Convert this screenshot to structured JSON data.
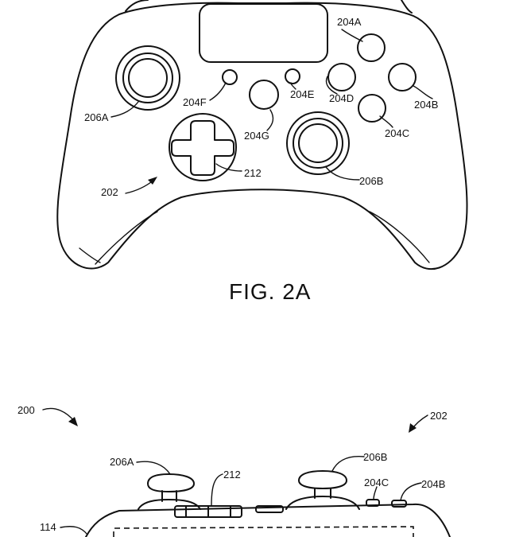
{
  "figure_caption": "FIG. 2A",
  "top_view": {
    "labels": {
      "buttons_a": "204A",
      "buttons_b": "204B",
      "buttons_c": "204C",
      "buttons_d": "204D",
      "buttons_e": "204E",
      "buttons_f": "204F",
      "buttons_g": "204G",
      "stick_a": "206A",
      "stick_b": "206B",
      "dpad": "212",
      "body": "202"
    }
  },
  "side_view": {
    "labels": {
      "assembly": "200",
      "body": "202",
      "stick_a": "206A",
      "stick_b": "206B",
      "dpad": "212",
      "button_c": "204C",
      "button_b": "204B",
      "internal": "114"
    }
  }
}
